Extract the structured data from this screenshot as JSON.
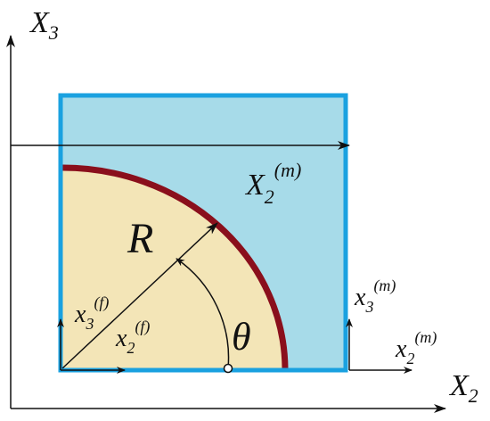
{
  "colors": {
    "cell_fill": "#a7dbe9",
    "cell_border": "#1aa1e0",
    "fiber_fill": "#f3e5b7",
    "fiber_border": "#8a0f1c",
    "ink": "#111111"
  },
  "labels": {
    "global_x3": "X",
    "global_x3_sub": "3",
    "global_x2": "X",
    "global_x2_sub": "2",
    "matrix_x2_base": "X",
    "matrix_x2_sub": "2",
    "matrix_x2_sup": "(m)",
    "radius": "R",
    "angle": "θ",
    "fiber_x3_base": "x",
    "fiber_x3_sub": "3",
    "fiber_x3_sup": "(f)",
    "fiber_x2_base": "x",
    "fiber_x2_sub": "2",
    "fiber_x2_sup": "(f)",
    "local_x3_base": "x",
    "local_x3_sub": "3",
    "local_x3_sup": "(m)",
    "local_x2_base": "x",
    "local_x2_sub": "2",
    "local_x2_sup": "(m)"
  }
}
